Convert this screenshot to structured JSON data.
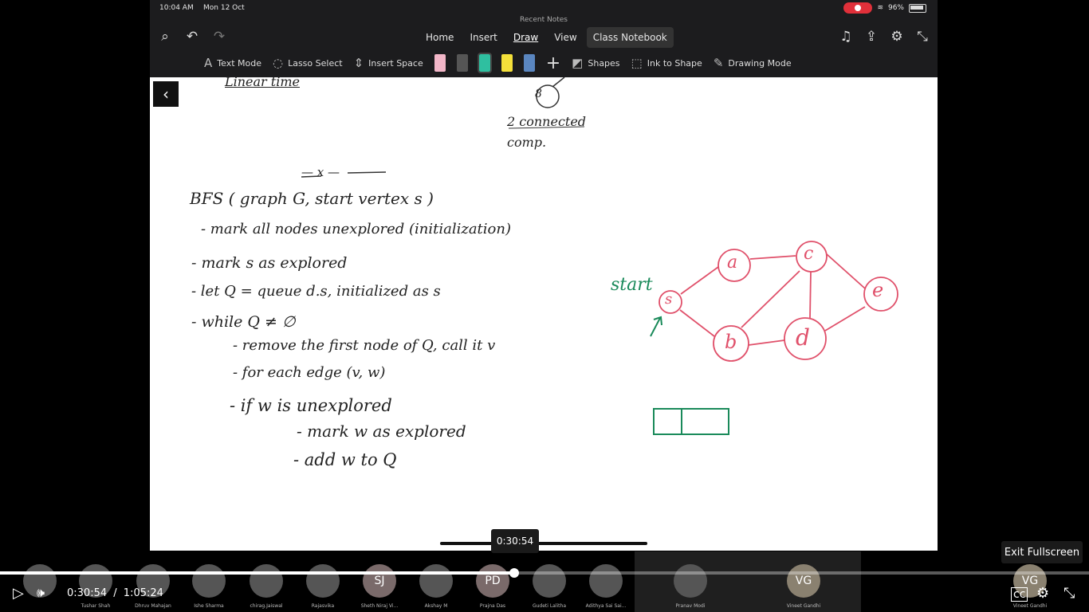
{
  "status": {
    "time": "10:04 AM",
    "date": "Mon 12 Oct",
    "battery": "96%"
  },
  "app": {
    "recent_label": "Recent Notes"
  },
  "tabs": [
    "Home",
    "Insert",
    "Draw",
    "View",
    "Class Notebook"
  ],
  "active_tab": "Draw",
  "toolbar": {
    "text_mode": "Text Mode",
    "lasso": "Lasso Select",
    "insert_space": "Insert Space",
    "shapes": "Shapes",
    "ink_to_shape": "Ink to Shape",
    "drawing_mode": "Drawing Mode"
  },
  "pen_colors": [
    "#f2b6c8",
    "#555555",
    "#2fbfa0",
    "#f4e03a",
    "#5a86c0"
  ],
  "notes": {
    "top_fragment": "Linear time",
    "node8": "8",
    "connected1": "2 connected",
    "connected2": "comp.",
    "separator": "— x —",
    "bfs_title": "BFS ( graph G, start vertex s )",
    "line1": "- mark all nodes unexplored (initialization)",
    "line2": "- mark s as explored",
    "line3": "- let Q = queue d.s, initialized as s",
    "line4": "- while Q ≠ ∅",
    "line5": "- remove the first node of Q, call it v",
    "line6": "- for each edge (v, w)",
    "line7": "- if w is unexplored",
    "line8": "- mark w as explored",
    "line9": "- add w to Q"
  },
  "graph": {
    "start_label": "start",
    "nodes": [
      "s",
      "a",
      "b",
      "c",
      "d",
      "e"
    ]
  },
  "participants": [
    {
      "initials": "",
      "name": ""
    },
    {
      "initials": "",
      "name": "Tushar Shah"
    },
    {
      "initials": "",
      "name": "Dhruv Mahajan"
    },
    {
      "initials": "",
      "name": "Ishe Sharma"
    },
    {
      "initials": "",
      "name": "chirag.Jaiswal"
    },
    {
      "initials": "",
      "name": "Rajasvika"
    },
    {
      "initials": "SJ",
      "name": "Sheth Niraj Vi..."
    },
    {
      "initials": "",
      "name": "Akshay M"
    },
    {
      "initials": "PD",
      "name": "Prajna Das"
    },
    {
      "initials": "",
      "name": "Gudeti Lalitha"
    },
    {
      "initials": "",
      "name": "Adithya Sai Sai..."
    },
    {
      "initials": "",
      "name": "Pranav Modi"
    },
    {
      "initials": "VG",
      "name": "Vineet Gandhi"
    },
    {
      "initials": "VG",
      "name": "Vineet Gandhi"
    }
  ],
  "player": {
    "hover_time": "0:30:54",
    "current": "0:30:54",
    "separator": "/",
    "duration": "1:05:24",
    "progress_fraction": 0.472,
    "exit_fullscreen": "Exit Fullscreen"
  }
}
